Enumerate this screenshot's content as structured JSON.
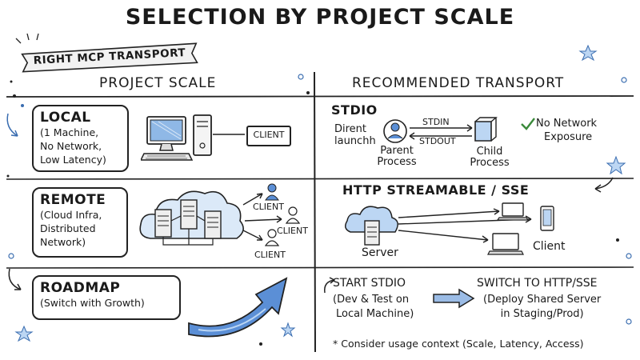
{
  "title": "SELECTION BY PROJECT SCALE",
  "banner": "RIGHT MCP TRANSPORT",
  "columns": {
    "left": "PROJECT SCALE",
    "right": "RECOMMENDED TRANSPORT"
  },
  "rows": {
    "local": {
      "title": "LOCAL",
      "desc": [
        "(1 Machine,",
        "No Network,",
        "Low Latency)"
      ],
      "client": "CLIENT"
    },
    "remote": {
      "title": "REMOTE",
      "desc": [
        "(Cloud Infra,",
        "Distributed",
        "Network)"
      ],
      "clients": [
        "CLIENT",
        "CLIENT",
        "CLIENT"
      ]
    },
    "roadmap": {
      "title": "ROADMAP",
      "desc": "(Switch with Growth)"
    }
  },
  "stdio": {
    "title": "STDIO",
    "launch": [
      "Dirent",
      "launchh"
    ],
    "parent": [
      "Parent",
      "Process"
    ],
    "child": [
      "Child",
      "Process"
    ],
    "stdin": "STDIN",
    "stdout": "STDOUT",
    "check": [
      "No Network",
      "Exposure"
    ]
  },
  "http": {
    "title": "HTTP STREAMABLE / SSE",
    "server": "Server",
    "client": "Client"
  },
  "roadmap_right": {
    "start_title": "START STDIO",
    "start_desc": [
      "(Dev & Test on",
      "Local Machine)"
    ],
    "switch_title": "SWITCH TO HTTP/SSE",
    "switch_desc": [
      "(Deploy Shared Server",
      "in Staging/Prod)"
    ]
  },
  "footnote": "* Consider usage context (Scale, Latency, Access)",
  "colors": {
    "ink": "#1a1a1a",
    "accent_blue": "#5b8fd6",
    "light_blue": "#bcd6f3",
    "banner_fill": "#f2f2f2",
    "check_green": "#3a8a3a"
  }
}
